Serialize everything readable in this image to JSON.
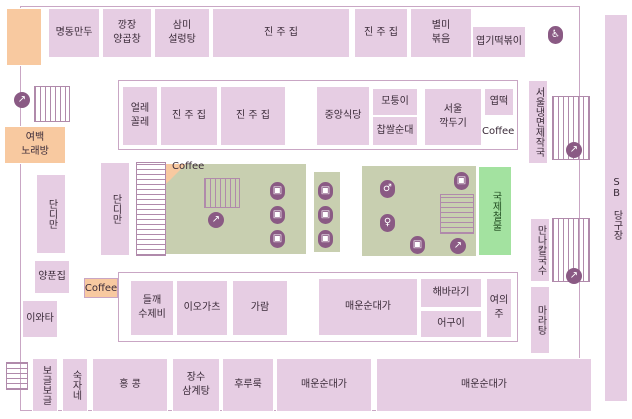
{
  "map": {
    "stores": {
      "myeongdong_mandu": "명동만두",
      "kkangjang_yangop": "깡장\n양곱창",
      "sammi_seolleongtang": "삼미\n설렁탕",
      "jinju_top": "진 주 집",
      "jinju_top2": "진 주 집",
      "byeolmi_bokkeum": "별미\n볶음",
      "yeopgi_tteokbokki": "엽기떡볶이",
      "eolle_kkolle": "얼레\n꼴레",
      "jinju_mid1": "진 주 집",
      "jinju_mid2": "진 주 집",
      "jungang_sikdang": "중앙식당",
      "motungi": "모퉁이",
      "chapssal_sundae": "찹쌀순대",
      "seoul_kkakdugi": "서울\n깍두기",
      "yeopddeok": "엽떡",
      "coffee_right": "Coffee",
      "coffee_center": "Coffee",
      "coffee_left": "Coffee",
      "seoul_naengmyeon": "서울냉면제작국",
      "yeobaek_noraebang": "여백\n노래방",
      "dandiman_left": "단디만",
      "dandiman_center": "단디만",
      "yangpunjip": "양푼집",
      "iwata": "이와타",
      "gukje_cheolmul": "국제철물",
      "mani_kalguksu": "만나칼국수",
      "malatang": "마라탕",
      "deulkkae_sujebi": "들깨\n수제비",
      "iogachu": "이오가츠",
      "garam": "가람",
      "maeun_sundae_mid": "매운순대가",
      "haebaragi": "해바라기",
      "eoguri": "어구이",
      "yeouiju": "여의주",
      "bolle_bolle": "보글보글",
      "sukja_ne": "숙자네",
      "hongkong": "홍 콩",
      "jangsu_samgyetang": "장수\n삼계탕",
      "hururuk": "후루룩",
      "maeun_sundae_bottom": "매운순대가",
      "maeun_sundae_bottom2": "매운순대가",
      "sb_dangujang": "SB 당구장"
    },
    "colors": {
      "store": "#e6cde3",
      "highlight_orange": "#f8c9a0",
      "highlight_green": "#a3e2a0",
      "plaza": "#c8cfb0",
      "icon": "#8a5a84"
    },
    "icons": [
      "restroom-icon",
      "elevator-icon",
      "stairs-icon"
    ]
  }
}
